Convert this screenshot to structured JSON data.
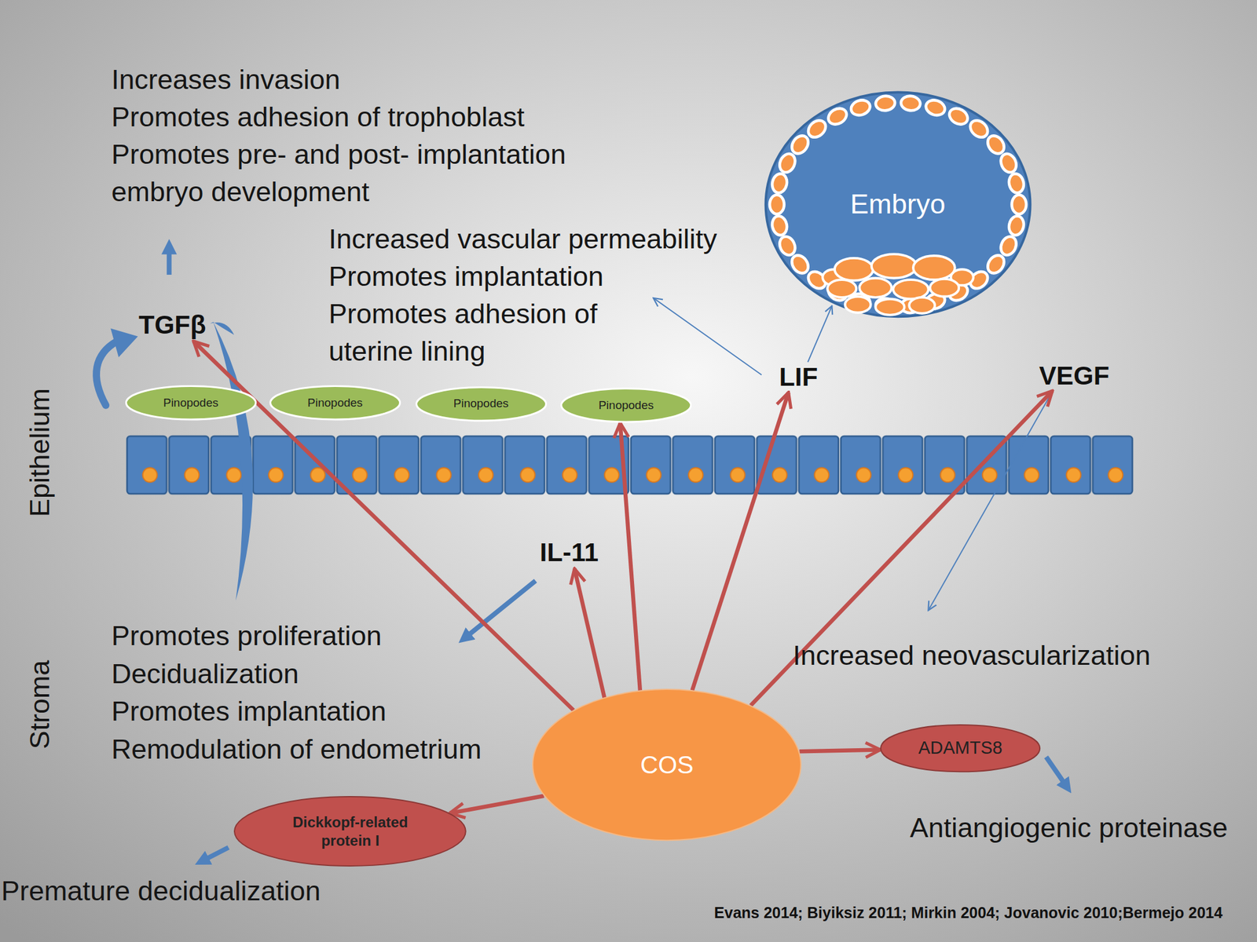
{
  "diagram": {
    "nodes": [
      {
        "text": [
          "Embryo"
        ]
      },
      {
        "text": [
          "TGFβ"
        ]
      },
      {
        "text": [
          "LIF"
        ]
      },
      {
        "text": [
          "VEGF"
        ]
      },
      {
        "text": [
          "Pinopodes"
        ]
      },
      {
        "text": [
          "Pinopodes"
        ]
      },
      {
        "text": [
          "Pinopodes"
        ]
      },
      {
        "text": [
          "Pinopodes"
        ]
      },
      {
        "text": [
          "IL-11"
        ]
      },
      {
        "text": [
          "COS"
        ]
      },
      {
        "text": [
          "ADAMTS8"
        ]
      },
      {
        "text": [
          "Dickkopf-related protein I"
        ]
      }
    ],
    "edges": [
      {
        "from": 9,
        "to": 1,
        "arrow": "to"
      },
      {
        "from": 9,
        "to": 8,
        "arrow": "to"
      },
      {
        "from": 9,
        "to": 7,
        "arrow": "to"
      },
      {
        "from": 9,
        "to": 2,
        "arrow": "to"
      },
      {
        "from": 9,
        "to": 3,
        "arrow": "to"
      },
      {
        "from": 9,
        "to": 10,
        "arrow": "to"
      },
      {
        "from": 9,
        "to": 11,
        "arrow": "to"
      },
      {
        "from": 2,
        "to": 0,
        "arrow": "to"
      }
    ],
    "labels": [
      "Increases invasion",
      "Promotes adhesion of trophoblast",
      "Promotes pre- and post- implantation embryo development",
      "Increased vascular permeability",
      "Promotes implantation",
      "Promotes adhesion of uterine lining",
      "Epithelium",
      "Promotes proliferation",
      "Decidualization",
      "Promotes implantation",
      "Remodulation of endometrium",
      "Increased neovascularization",
      "Stroma",
      "Antiangiogenic proteinase",
      "Premature decidualization",
      "Evans 2014; Biyiksiz 2011; Mirkin 2004; Jovanovic 2010;Bermejo 2014"
    ]
  }
}
